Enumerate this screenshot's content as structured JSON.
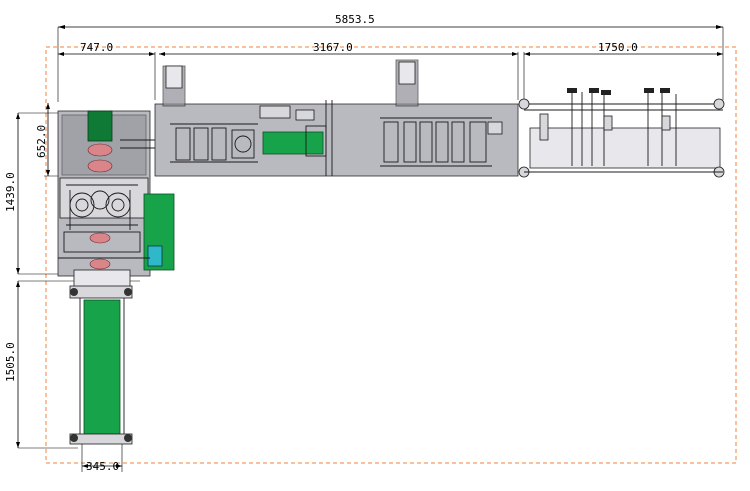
{
  "drawing": {
    "dimensions": {
      "overall_length": "5853.5",
      "segment_1": "747.0",
      "segment_2": "3167.0",
      "segment_3": "1750.0",
      "left_upper_height": "652.0",
      "left_total_height": "1439.0",
      "conveyor_height": "1505.0",
      "conveyor_width": "345.0"
    },
    "colors": {
      "boundary": "#f0803a",
      "machine_panel": "#b9b9c0",
      "conveyor_green": "#17a34a",
      "screen": "#2fb8c9"
    }
  }
}
